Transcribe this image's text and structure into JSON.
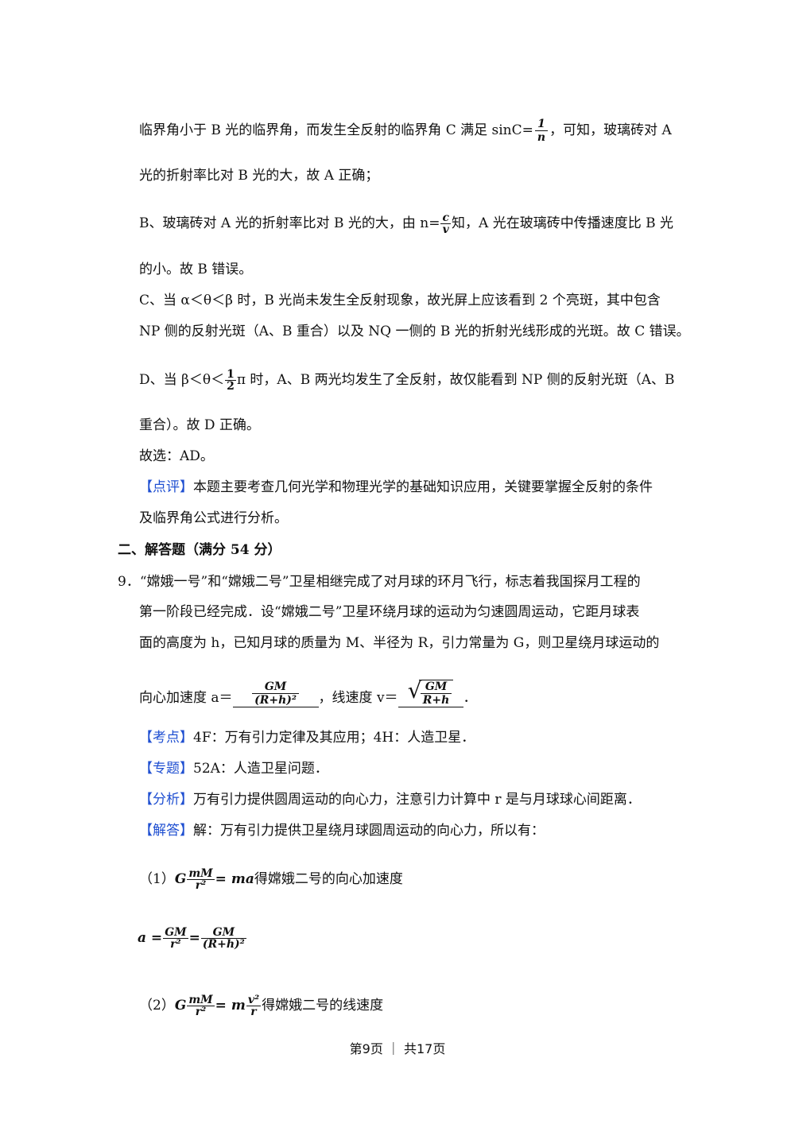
{
  "lines": {
    "l1": "临界角小于 B 光的临界角，而发生全反射的临界角 C 满足 sinC=",
    "l1_num": "1",
    "l1_den": "n",
    "l1_after": "，可知，玻璃砖对 A",
    "l2": "光的折射率比对 B 光的大，故 A 正确；",
    "l3": "B、玻璃砖对 A 光的折射率比对 B 光的大，由 n=",
    "l3_num": "c",
    "l3_den": "v",
    "l3_after": "知，A 光在玻璃砖中传播速度比 B 光",
    "l4": "的小。故 B 错误。",
    "l5": "C、当 α＜θ＜β 时，B 光尚未发生全反射现象，故光屏上应该看到 2 个亮斑，其中包含",
    "l6": "NP 侧的反射光斑（A、B 重合）以及 NQ 一侧的 B 光的折射光线形成的光斑。故 C 错误。",
    "l7a": "D、当 β＜θ＜",
    "l7_num": "1",
    "l7_den": "2",
    "l7b": "π 时，A、B 两光均发生了全反射，故仅能看到 NP 侧的反射光斑（A、B",
    "l8": "重合）。故 D 正确。",
    "l9": "故选：AD。",
    "l10_tag": "【点评】",
    "l10": "本题主要考查几何光学和物理光学的基础知识应用，关键要掌握全反射的条件",
    "l11": "及临界角公式进行分析。",
    "section": "二、解答题（满分 54 分）",
    "q9_1": "9．“嫦娥一号”和“嫦娥二号”卫星相继完成了对月球的环月飞行，标志着我国探月工程的",
    "q9_2": "第一阶段已经完成．设“嫦娥二号”卫星环绕月球的运动为匀速圆周运动，它距月球表",
    "q9_3": "面的高度为 h，已知月球的质量为 M、半径为 R，引力常量为 G，则卫星绕月球运动的",
    "q9_4a": "向心加速度 a＝",
    "q9_a_num": "GM",
    "q9_a_den": "(R+h)²",
    "q9_4b": "，线速度 v＝",
    "q9_v_num": "GM",
    "q9_v_den": "R+h",
    "q9_4c": "．",
    "kd_tag": "【考点】",
    "kd": "4F：万有引力定律及其应用；4H：人造卫星．",
    "zt_tag": "【专题】",
    "zt": "52A：人造卫星问题．",
    "fx_tag": "【分析】",
    "fx": "万有引力提供圆周运动的向心力，注意引力计算中 r 是与月球球心间距离．",
    "jd_tag": "【解答】",
    "jd": "解：万有引力提供卫星绕月球圆周运动的向心力，所以有：",
    "eq1_pre": "（1）",
    "eq1_g": "G",
    "eq1_num": "mM",
    "eq1_den": "r²",
    "eq1_rhs": "= ma",
    "eq1_text": "得嫦娥二号的向心加速度",
    "eq2_a": "a =",
    "eq2_num1": "GM",
    "eq2_den1": "r²",
    "eq2_eq": "=",
    "eq2_num2": "GM",
    "eq2_den2": "(R+h)²",
    "eq3_pre": "（2）",
    "eq3_g": "G",
    "eq3_num": "mM",
    "eq3_den": "r²",
    "eq3_rhs": "= m",
    "eq3_num2": "v²",
    "eq3_den2": "r",
    "eq3_text": "得嫦娥二号的线速度"
  },
  "footer": "第9页 ｜ 共17页"
}
